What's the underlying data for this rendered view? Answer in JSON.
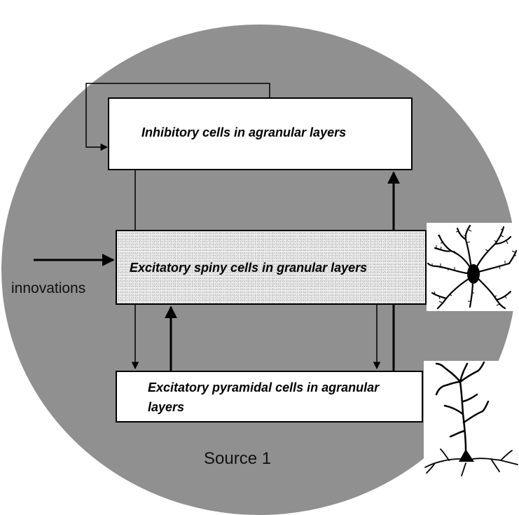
{
  "diagram": {
    "boxes": {
      "inhibitory": "Inhibitory cells in agranular layers",
      "spiny": "Excitatory spiny cells in granular layers",
      "pyramidal": "Excitatory pyramidal cells in agranular layers"
    },
    "input_label": "innovations",
    "source_label": "Source 1",
    "colors": {
      "circle": "#909090",
      "box": "#ffffff",
      "line": "#000000"
    }
  }
}
